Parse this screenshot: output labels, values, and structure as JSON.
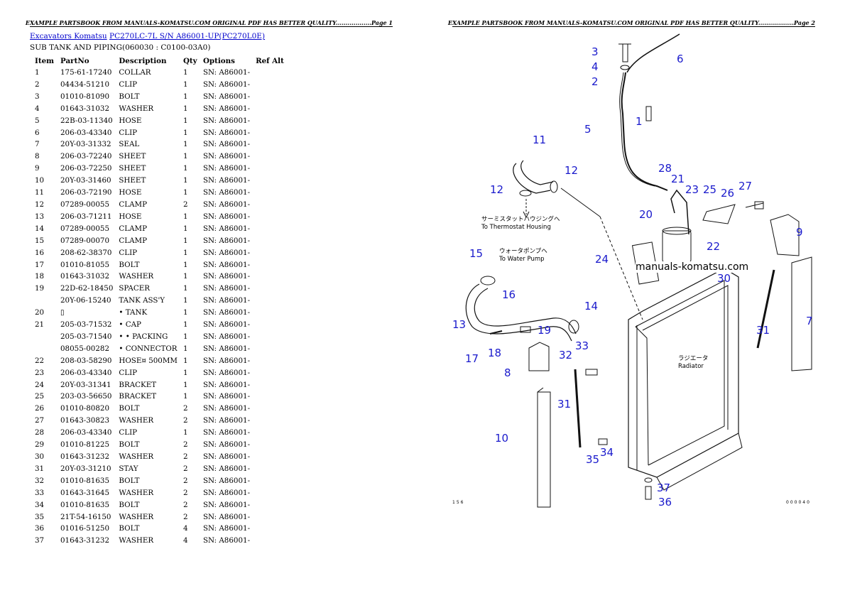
{
  "page1": {
    "banner": "EXAMPLE PARTSBOOK FROM MANUALS-KOMATSU.COM ORIGINAL PDF HAS BETTER QUALITY..................Page 1",
    "breadcrumb": {
      "category": "Excavators Komatsu",
      "model": "PC270LC-7L S/N A86001-UP(PC270L0E)"
    },
    "subtitle": "SUB TANK AND PIPING(060030 : C0100-03A0)",
    "columns": [
      "Item",
      "PartNo",
      "Description",
      "Qty",
      "Options",
      "Ref Alt"
    ],
    "rows": [
      [
        "1",
        "175-61-17240",
        "COLLAR",
        "1",
        "SN: A86001-",
        ""
      ],
      [
        "2",
        "04434-51210",
        "CLIP",
        "1",
        "SN: A86001-",
        ""
      ],
      [
        "3",
        "01010-81090",
        "BOLT",
        "1",
        "SN: A86001-",
        ""
      ],
      [
        "4",
        "01643-31032",
        "WASHER",
        "1",
        "SN: A86001-",
        ""
      ],
      [
        "5",
        "22B-03-11340",
        "HOSE",
        "1",
        "SN: A86001-",
        ""
      ],
      [
        "6",
        "206-03-43340",
        "CLIP",
        "1",
        "SN: A86001-",
        ""
      ],
      [
        "7",
        "20Y-03-31332",
        "SEAL",
        "1",
        "SN: A86001-",
        ""
      ],
      [
        "8",
        "206-03-72240",
        "SHEET",
        "1",
        "SN: A86001-",
        ""
      ],
      [
        "9",
        "206-03-72250",
        "SHEET",
        "1",
        "SN: A86001-",
        ""
      ],
      [
        "10",
        "20Y-03-31460",
        "SHEET",
        "1",
        "SN: A86001-",
        ""
      ],
      [
        "11",
        "206-03-72190",
        "HOSE",
        "1",
        "SN: A86001-",
        ""
      ],
      [
        "12",
        "07289-00055",
        "CLAMP",
        "2",
        "SN: A86001-",
        ""
      ],
      [
        "13",
        "206-03-71211",
        "HOSE",
        "1",
        "SN: A86001-",
        ""
      ],
      [
        "14",
        "07289-00055",
        "CLAMP",
        "1",
        "SN: A86001-",
        ""
      ],
      [
        "15",
        "07289-00070",
        "CLAMP",
        "1",
        "SN: A86001-",
        ""
      ],
      [
        "16",
        "208-62-38370",
        "CLIP",
        "1",
        "SN: A86001-",
        ""
      ],
      [
        "17",
        "01010-81055",
        "BOLT",
        "1",
        "SN: A86001-",
        ""
      ],
      [
        "18",
        "01643-31032",
        "WASHER",
        "1",
        "SN: A86001-",
        ""
      ],
      [
        "19",
        "22D-62-18450",
        "SPACER",
        "1",
        "SN: A86001-",
        ""
      ],
      [
        "",
        "20Y-06-15240",
        "TANK ASS'Y",
        "1",
        "SN: A86001-",
        ""
      ],
      [
        "20",
        "▯",
        "• TANK",
        "1",
        "SN: A86001-",
        ""
      ],
      [
        "21",
        "205-03-71532",
        "• CAP",
        "1",
        "SN: A86001-",
        ""
      ],
      [
        "",
        "205-03-71540",
        "• • PACKING",
        "1",
        "SN: A86001-",
        ""
      ],
      [
        "",
        "08055-00282",
        "• CONNECTOR",
        "1",
        "SN: A86001-",
        ""
      ],
      [
        "22",
        "208-03-58290",
        "HOSE¤ 500MM",
        "1",
        "SN: A86001-",
        ""
      ],
      [
        "23",
        "206-03-43340",
        "CLIP",
        "1",
        "SN: A86001-",
        ""
      ],
      [
        "24",
        "20Y-03-31341",
        "BRACKET",
        "1",
        "SN: A86001-",
        ""
      ],
      [
        "25",
        "203-03-56650",
        "BRACKET",
        "1",
        "SN: A86001-",
        ""
      ],
      [
        "26",
        "01010-80820",
        "BOLT",
        "2",
        "SN: A86001-",
        ""
      ],
      [
        "27",
        "01643-30823",
        "WASHER",
        "2",
        "SN: A86001-",
        ""
      ],
      [
        "28",
        "206-03-43340",
        "CLIP",
        "1",
        "SN: A86001-",
        ""
      ],
      [
        "29",
        "01010-81225",
        "BOLT",
        "2",
        "SN: A86001-",
        ""
      ],
      [
        "30",
        "01643-31232",
        "WASHER",
        "2",
        "SN: A86001-",
        ""
      ],
      [
        "31",
        "20Y-03-31210",
        "STAY",
        "2",
        "SN: A86001-",
        ""
      ],
      [
        "32",
        "01010-81635",
        "BOLT",
        "2",
        "SN: A86001-",
        ""
      ],
      [
        "33",
        "01643-31645",
        "WASHER",
        "2",
        "SN: A86001-",
        ""
      ],
      [
        "34",
        "01010-81635",
        "BOLT",
        "2",
        "SN: A86001-",
        ""
      ],
      [
        "35",
        "21T-54-16150",
        "WASHER",
        "2",
        "SN: A86001-",
        ""
      ],
      [
        "36",
        "01016-51250",
        "BOLT",
        "4",
        "SN: A86001-",
        ""
      ],
      [
        "37",
        "01643-31232",
        "WASHER",
        "4",
        "SN: A86001-",
        ""
      ]
    ]
  },
  "page2": {
    "banner": "EXAMPLE PARTSBOOK FROM MANUALS-KOMATSU.COM ORIGINAL PDF HAS BETTER QUALITY..................Page 2",
    "diagram": {
      "watermark": "manuals-komatsu.com",
      "note_thermostat_jp": "サーミスタットハウジングへ",
      "note_thermostat_en": "To Thermostat Housing",
      "note_pump_jp": "ウォータポンプへ",
      "note_pump_en": "To Water Pump",
      "note_radiator_jp": "ラジエータ",
      "note_radiator_en": "Radiator",
      "corner_left": "156",
      "corner_right": "000040",
      "callouts": [
        "1",
        "2",
        "3",
        "4",
        "5",
        "6",
        "7",
        "8",
        "9",
        "10",
        "11",
        "12",
        "12",
        "13",
        "14",
        "15",
        "16",
        "17",
        "18",
        "19",
        "20",
        "21",
        "22",
        "23",
        "24",
        "25",
        "26",
        "27",
        "28",
        "29",
        "30",
        "31",
        "31",
        "32",
        "33",
        "34",
        "35",
        "36",
        "37"
      ]
    }
  }
}
